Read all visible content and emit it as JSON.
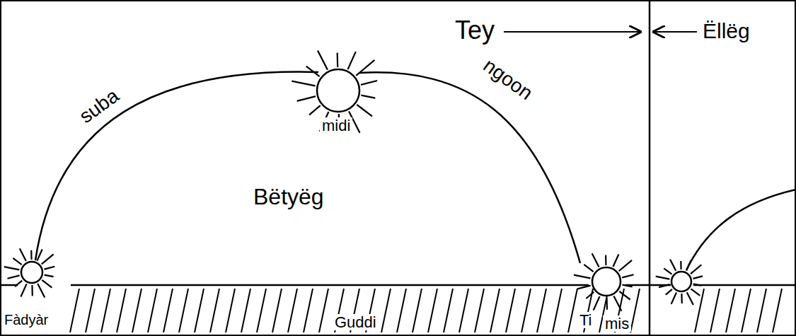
{
  "diagram": {
    "labels": [
      "Tey",
      "Ëllëg",
      "suba",
      "midi",
      "ngoon",
      "Bëtyëg",
      "Fàdyàr",
      "Guddi",
      "Ti",
      "mis"
    ]
  }
}
